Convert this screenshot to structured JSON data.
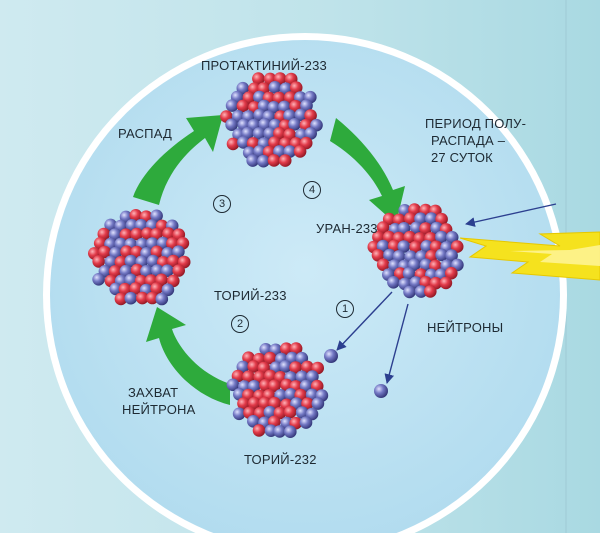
{
  "labels": {
    "protactinium": "ПРОТАКТИНИЙ-233",
    "decay": "РАСПАД",
    "half_life_line1": "ПЕРИОД ПОЛУ-",
    "half_life_line2": "РАСПАДА –",
    "half_life_line3": "27 СУТОК",
    "uranium": "УРАН-233",
    "thorium233": "ТОРИЙ-233",
    "neutrons": "НЕЙТРОНЫ",
    "capture_line1": "ЗАХВАТ",
    "capture_line2": "НЕЙТРОНА",
    "thorium232": "ТОРИЙ-232"
  },
  "steps": {
    "s1": "1",
    "s2": "2",
    "s3": "3",
    "s4": "4"
  },
  "colors": {
    "proton": "#e23b4a",
    "neutron": "#6a6fb8",
    "arrow": "#2eaa3c",
    "disk": "#bfe4f3",
    "ray": "#f5e21e",
    "line": "#2c3f8f"
  },
  "icons": [
    "nucleus",
    "cycle-arrow",
    "neutron-particle",
    "lightning-ray"
  ]
}
